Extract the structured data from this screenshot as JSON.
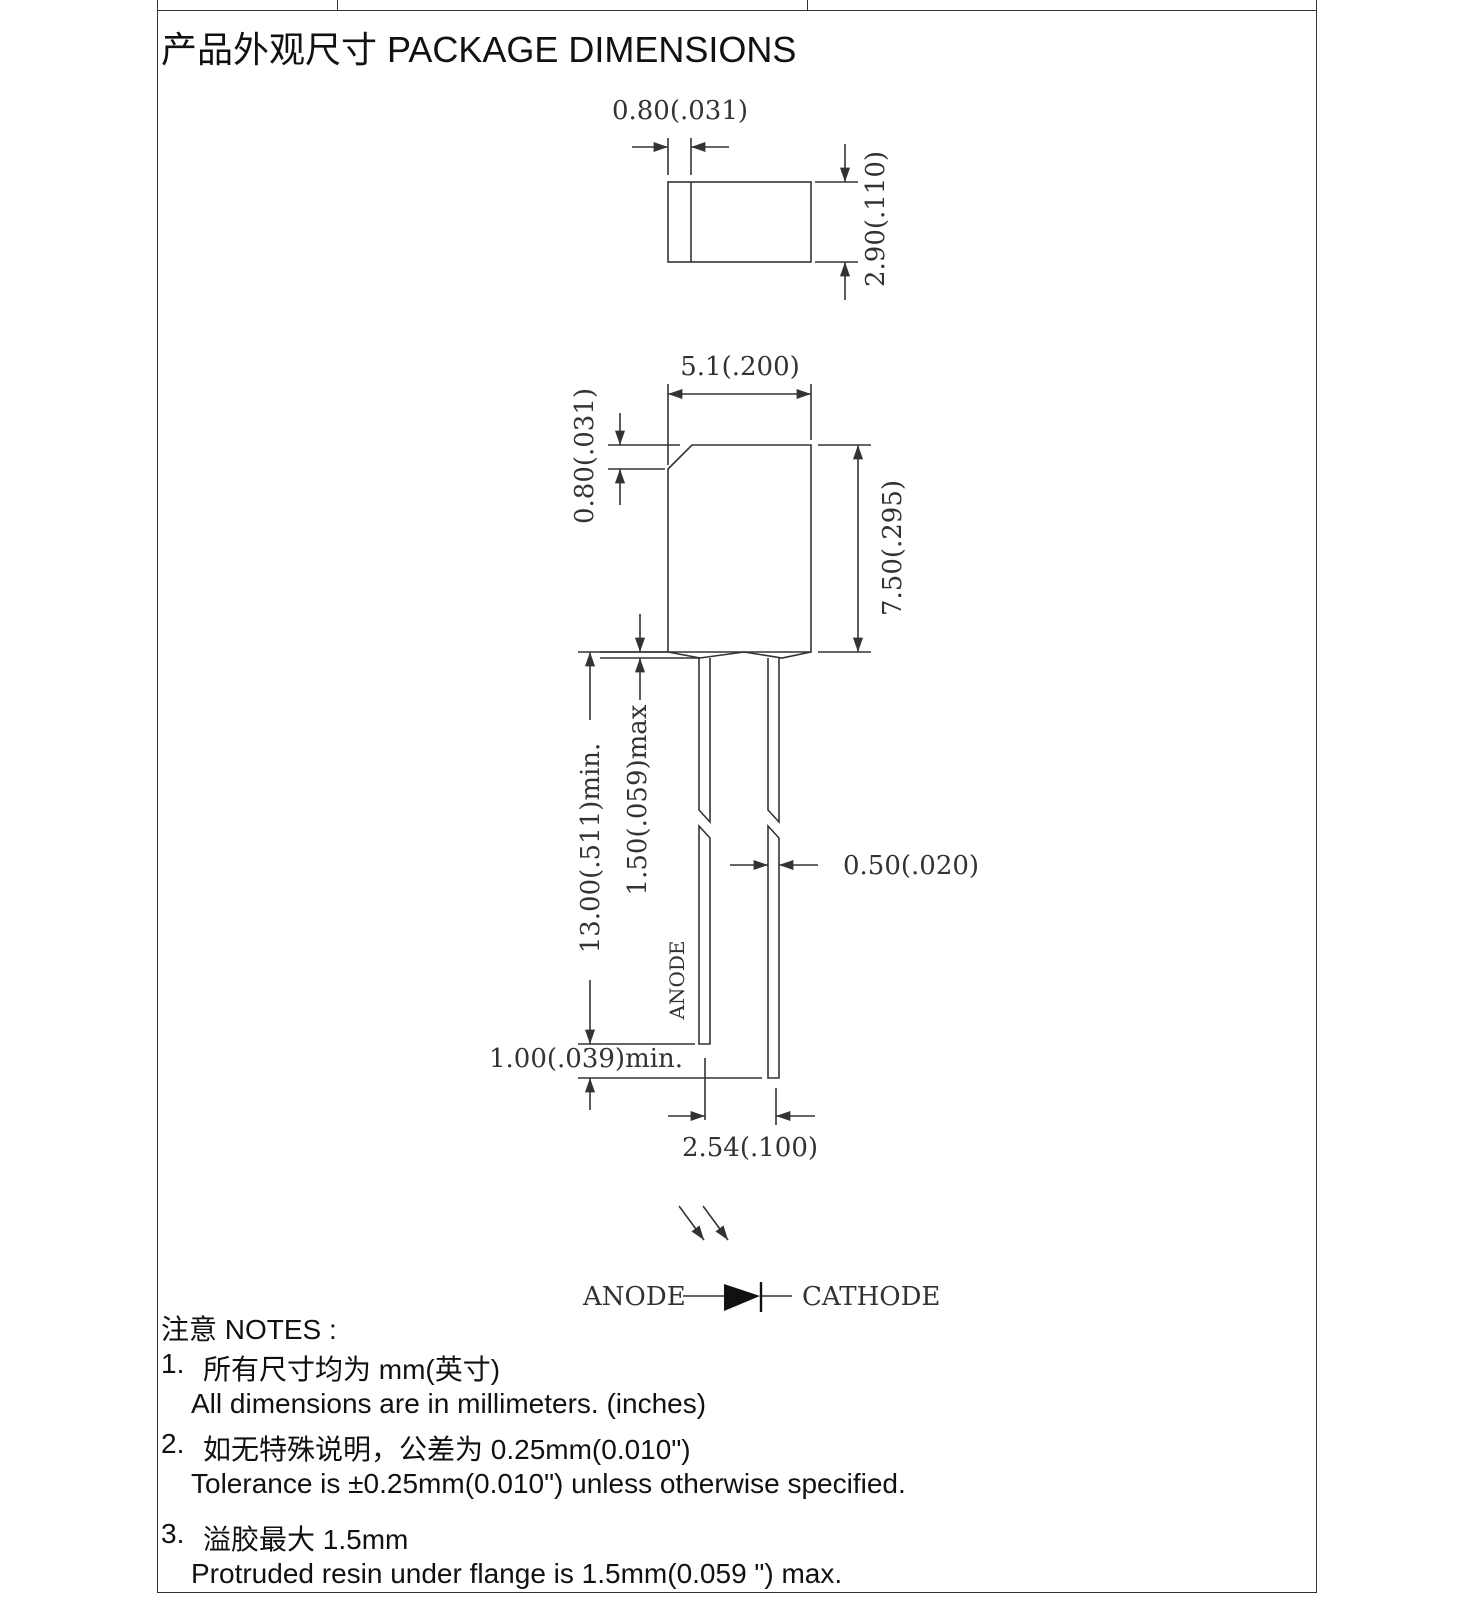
{
  "title": "产品外观尺寸 PACKAGE DIMENSIONS",
  "dimensions": {
    "top_offset": "0.80(.031)",
    "top_height": "2.90(.110)",
    "body_width": "5.1(.200)",
    "chamfer": "0.80(.031)",
    "body_height": "7.50(.295)",
    "lead_length": "13.00(.511)min.",
    "resin": "1.50(.059)max",
    "lead_width": "0.50(.020)",
    "lead_diff": "1.00(.039)min.",
    "pitch": "2.54(.100)"
  },
  "lead_label": "ANODE",
  "symbol": {
    "anode": "ANODE",
    "cathode": "CATHODE"
  },
  "notes": {
    "heading": "注意 NOTES :",
    "items": [
      {
        "num": "1.",
        "zh": "所有尺寸均为 mm(英寸)",
        "en": "All dimensions are in millimeters. (inches)"
      },
      {
        "num": "2.",
        "zh": "如无特殊说明，公差为 0.25mm(0.010\")",
        "en": "Tolerance is ±0.25mm(0.010\") unless otherwise specified."
      },
      {
        "num": "3.",
        "zh": "溢胶最大 1.5mm",
        "en": "Protruded resin under flange is 1.5mm(0.059 \") max."
      }
    ]
  }
}
